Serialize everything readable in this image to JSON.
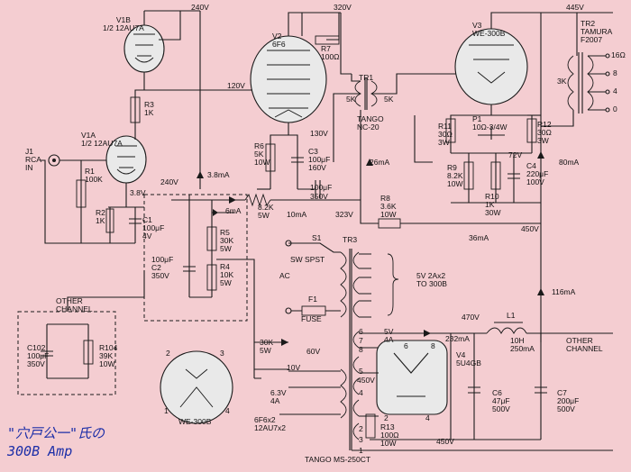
{
  "colors": {
    "background": "#f4cdd1",
    "line": "#1a1a1a",
    "tube_fill": "#e9e9e9",
    "caption": "#1d2fa8"
  },
  "caption": {
    "line1": "\"穴戸公一\"氏の",
    "line2": "300B Amp"
  },
  "labels": {
    "v240_top": "240V",
    "v320": "320V",
    "v445": "445V",
    "v120": "120V",
    "v130": "130V",
    "v38": "3.8V",
    "v72": "72V",
    "v240_mid": "240V",
    "i38ma": "3.8mA",
    "i6ma": "6mA",
    "i26ma": "26mA",
    "i80ma": "80mA",
    "i10ma": "10mA",
    "v350": "350V",
    "v323": "323V",
    "i36ma": "36mA",
    "v450_top": "450V",
    "i116ma": "116mA",
    "v470": "470V",
    "i232ma": "232mA",
    "v60": "60V",
    "v10": "10V",
    "v450_bot": "450V",
    "v1b": "V1B\n1/2 12AU7A",
    "v1a": "V1A\n1/2 12AU7A",
    "v2": "V2\n6F6",
    "v3": "V3\nWE-300B",
    "v4": "V4\n5U4GB",
    "tr1": "TR1",
    "tr1_5k_l": "5K",
    "tr1_5k_r": "5K",
    "tr1_name": "TANGO\nNC-20",
    "tr2": "TR2\nTAMURA\nF2007",
    "tr2_16": "16Ω",
    "tr2_8": "8",
    "tr2_4": "4",
    "tr2_0": "0",
    "tr2_3k": "3K",
    "tr3": "TR3",
    "j1": "J1\nRCA\nIN",
    "r1": "R1\n100K",
    "r2": "R2\n1K",
    "r3": "R3\n1K",
    "c1": "C1\n100μF\n4V",
    "r6": "R6\n5K\n10W",
    "r7": "R7\n100Ω",
    "c3": "C3\n100μF\n160V",
    "c3b": "100μF",
    "r8": "R8\n3.6K\n10W",
    "r9": "R9\n8.2K\n10W",
    "r10": "R10\n1K\n30W",
    "r11": "R11\n30Ω\n3W",
    "r12": "R12\n30Ω\n3W",
    "p1": "P1\n10Ω-3/4W",
    "c4": "C4\n220μF\n100V",
    "r_82k": "8.2K\n5W",
    "r5": "R5\n30K\n5W",
    "r4": "R4\n10K\n5W",
    "c2": "100μF\nC2\n350V",
    "other_ch_1": "OTHER\nCHANNEL",
    "c102": "C102\n100μF\n350V",
    "r104": "R104\n39K\n10W",
    "s1": "S1",
    "sw": "SW SPST",
    "ac": "AC",
    "f1": "F1",
    "fuse": "FUSE",
    "heater_5v": "5V 2Ax2\nTO 300B",
    "l1": "L1",
    "l1_val": "10H\n250mA",
    "other_ch_2": "OTHER\nCHANNEL",
    "c6": "C6\n47μF\n500V",
    "c7": "C7\n200μF\n500V",
    "r_30k": "30K\n5W",
    "h63": "6.3V\n4A",
    "h_tubes": "6F6x2\n12AU7x2",
    "tr3_5v": "5V\n4A",
    "tr3_450": "450V",
    "r13": "R13\n100Ω\n10W",
    "tr3_name": "TANGO MS-250CT",
    "we300b_pin": "WE-300B",
    "pin1": "1",
    "pin2": "2",
    "pin3": "3",
    "pin4": "4",
    "t6": "6",
    "t7": "7",
    "t8": "8",
    "t5": "5",
    "t4": "4",
    "t3": "3",
    "t2": "2",
    "t1": "1",
    "v4p2": "2",
    "v4p4": "4",
    "v4p6": "6",
    "v4p8": "8"
  }
}
